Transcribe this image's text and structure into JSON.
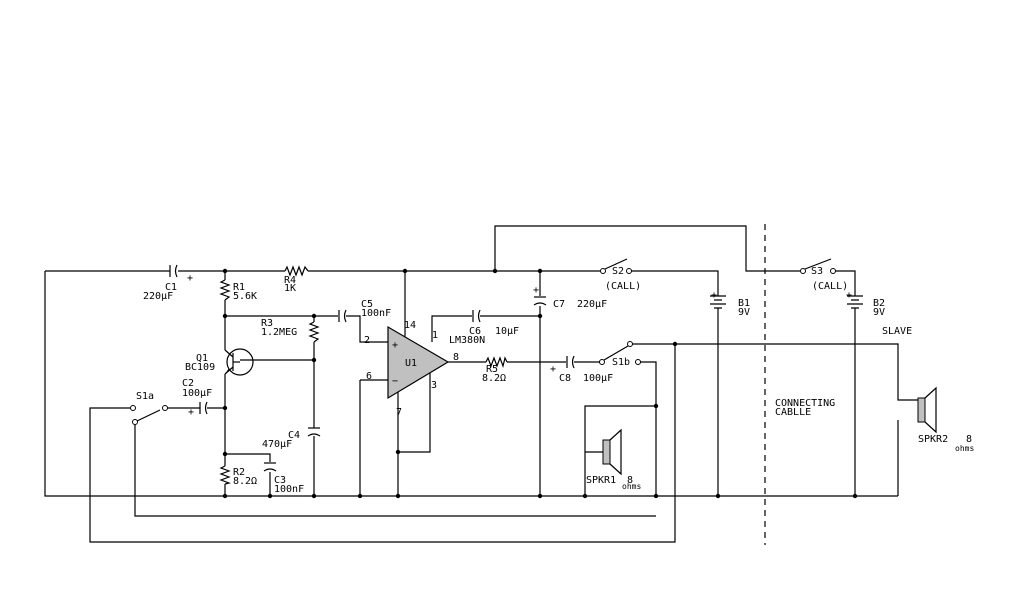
{
  "components": {
    "c1": {
      "ref": "C1",
      "value": "220µF"
    },
    "r1": {
      "ref": "R1",
      "value": "5.6K"
    },
    "r4": {
      "ref": "R4",
      "value": "1K"
    },
    "r3": {
      "ref": "R3",
      "value": "1.2MEG"
    },
    "c5": {
      "ref": "C5",
      "value": "100nF"
    },
    "q1": {
      "ref": "Q1",
      "value": "BC109"
    },
    "c2": {
      "ref": "C2",
      "value": "100µF"
    },
    "s1a": {
      "ref": "S1a"
    },
    "c4": {
      "ref": "C4",
      "value": "470µF"
    },
    "r2": {
      "ref": "R2",
      "value": "8.2Ω"
    },
    "c3": {
      "ref": "C3",
      "value": "100nF"
    },
    "u1": {
      "ref": "U1",
      "value": "LM380N"
    },
    "c6": {
      "ref": "C6",
      "value": "10µF"
    },
    "c7": {
      "ref": "C7",
      "value": "220µF"
    },
    "r5": {
      "ref": "R5",
      "value": "8.2Ω"
    },
    "c8": {
      "ref": "C8",
      "value": "100µF"
    },
    "s1b": {
      "ref": "S1b"
    },
    "s2": {
      "ref": "S2",
      "note": "(CALL)"
    },
    "b1": {
      "ref": "B1",
      "value": "9V"
    },
    "s3": {
      "ref": "S3",
      "note": "(CALL)"
    },
    "b2": {
      "ref": "B2",
      "value": "9V"
    },
    "spkr1": {
      "ref": "SPKR1",
      "value": "8",
      "unit": "ohms"
    },
    "spkr2": {
      "ref": "SPKR2",
      "value": "8",
      "unit": "ohms"
    }
  },
  "pins": {
    "p2": "2",
    "p6": "6",
    "p14": "14",
    "p1": "1",
    "p8": "8",
    "p3": "3",
    "p7": "7",
    "plus": "+",
    "minus": "−"
  },
  "polarity": "+",
  "labels": {
    "connecting_1": "CONNECTING",
    "connecting_2": "CABLLE",
    "slave": "SLAVE"
  }
}
